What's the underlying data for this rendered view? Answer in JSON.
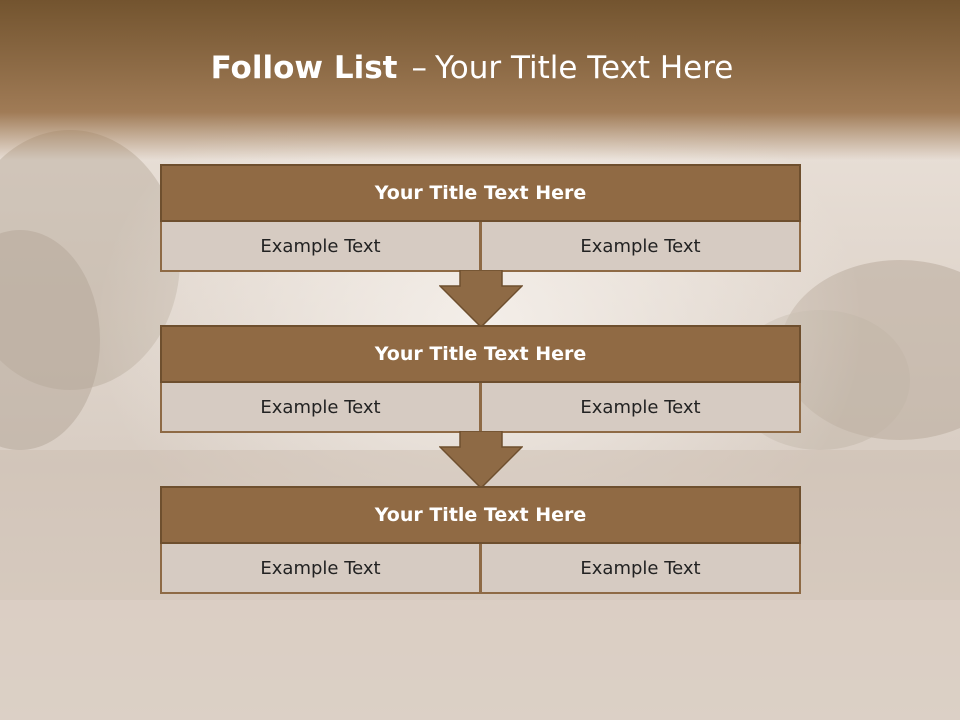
{
  "slide": {
    "title_bold": "Follow List",
    "title_separator": "–",
    "title_rest": "Your Title Text Here"
  },
  "steps": [
    {
      "title": "Your Title Text Here",
      "left": "Example Text",
      "right": "Example Text"
    },
    {
      "title": "Your Title Text Here",
      "left": "Example Text",
      "right": "Example Text"
    },
    {
      "title": "Your Title Text Here",
      "left": "Example Text",
      "right": "Example Text"
    }
  ],
  "colors": {
    "header_brown": "#906a44",
    "border_brown": "#6e4f2e",
    "cell_fill": "#d6cbc2",
    "arrow_fill": "#8e6a45"
  }
}
